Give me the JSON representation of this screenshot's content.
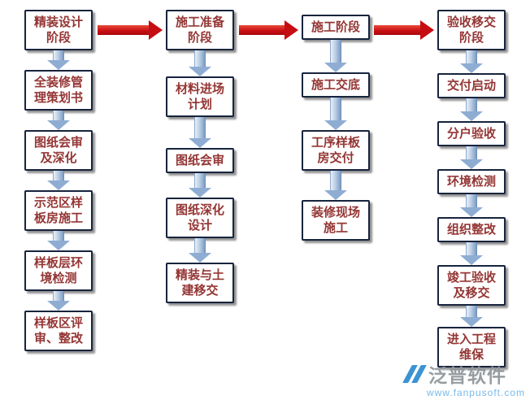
{
  "diagram": {
    "type": "flowchart",
    "columns": [
      {
        "header": "精装设计阶段",
        "steps": [
          "全装修管理策划书",
          "图纸会审及深化",
          "示范区样板房施工",
          "样板层环境检测",
          "样板区评审、整改"
        ]
      },
      {
        "header": "施工准备阶段",
        "steps": [
          "材料进场计划",
          "图纸会审",
          "图纸深化设计",
          "精装与土建移交"
        ]
      },
      {
        "header": "施工阶段",
        "steps": [
          "施工交底",
          "工序样板房交付",
          "装修现场施工"
        ]
      },
      {
        "header": "验收移交阶段",
        "steps": [
          "交付启动",
          "分户验收",
          "环境检测",
          "组织整改",
          "竣工验收及移交",
          "进入工程维保"
        ]
      }
    ]
  },
  "watermark": {
    "brand": "泛普软件",
    "url": "www.fanpusoft.com"
  },
  "colors": {
    "box_text": "#943634",
    "box_border": "#17243d",
    "arrow_red": "#c60d12",
    "arrow_blue": "#8fadd3"
  }
}
